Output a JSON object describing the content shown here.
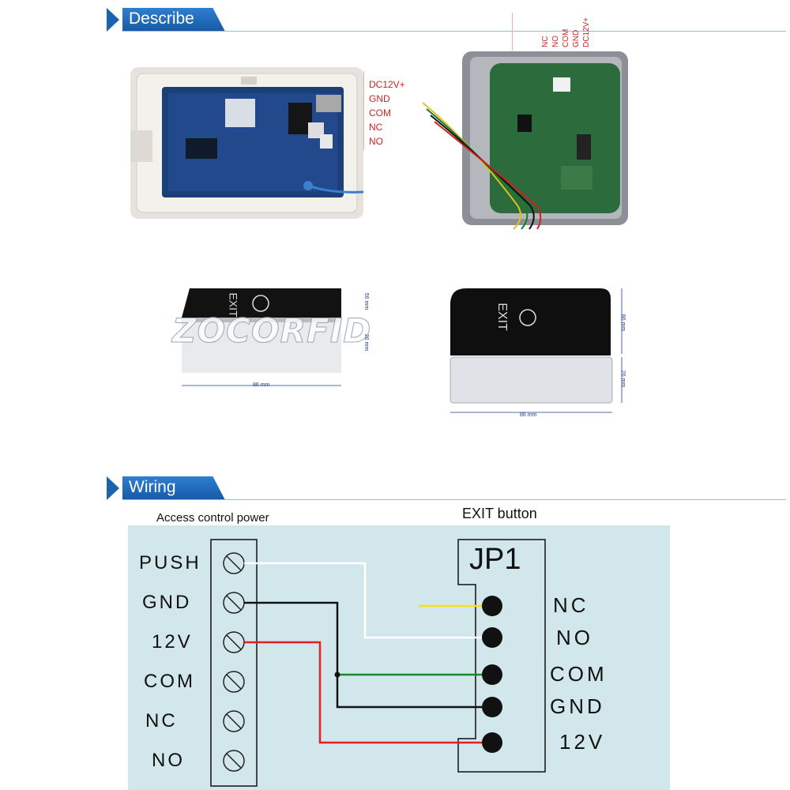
{
  "sections": {
    "describe": "Describe",
    "wiring": "Wiring"
  },
  "board_labels": {
    "left": [
      "DC12V+",
      "GND",
      "COM",
      "NC",
      "NO"
    ],
    "right": [
      "NC",
      "NO",
      "COM",
      "GND",
      "DC12V+"
    ]
  },
  "product": {
    "exit_text": "EXIT",
    "watermark": "ZOCORFID",
    "dims_left": {
      "width": "86 mm",
      "height": "26 mm",
      "top": "56 mm"
    },
    "dims_right": {
      "width": "86 mm",
      "depth": "86 mm",
      "height": "26 mm"
    }
  },
  "wiring": {
    "left_caption": "Access control power",
    "right_caption": "EXIT button",
    "jp_label": "JP1",
    "terminals": [
      "PUSH",
      "GND",
      "12V",
      "COM",
      "NC",
      "NO"
    ],
    "pins": [
      "NC",
      "NO",
      "COM",
      "GND",
      "12V"
    ],
    "colors": {
      "push": "#ffffff",
      "gnd": "#111111",
      "v12": "#e02020",
      "com": "#1a8a2a",
      "nc": "#f2e21a"
    }
  }
}
